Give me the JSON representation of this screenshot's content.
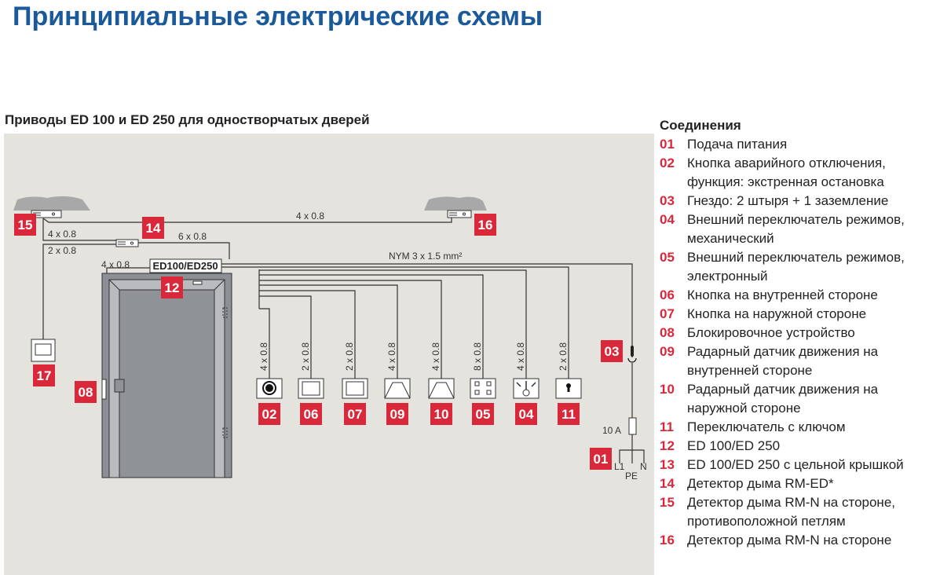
{
  "title": "Принципиальные электрические схемы",
  "subtitle": "Приводы ED 100 и ED 250 для одностворчатых дверей",
  "diagram": {
    "ed_box": "ED100/ED250",
    "wires": {
      "top": "4 x 0.8",
      "w15_14": "4 x 0.8",
      "w14_ed": "6 x 0.8",
      "w17": "2 x 0.8",
      "door": "4 x 0.8",
      "nym": "NYM 3 x 1.5 mm²"
    },
    "devices": [
      {
        "num": "02",
        "wire": "4 x 0.8",
        "icon": "emergency-stop"
      },
      {
        "num": "06",
        "wire": "2 x 0.8",
        "icon": "push-button"
      },
      {
        "num": "07",
        "wire": "2 x 0.8",
        "icon": "push-button"
      },
      {
        "num": "09",
        "wire": "4 x 0.8",
        "icon": "radar"
      },
      {
        "num": "10",
        "wire": "4 x 0.8",
        "icon": "radar"
      },
      {
        "num": "05",
        "wire": "8 x 0.8",
        "icon": "program-switch"
      },
      {
        "num": "04",
        "wire": "4 x 0.8",
        "icon": "mechanical-switch"
      },
      {
        "num": "11",
        "wire": "2 x 0.8",
        "icon": "key-switch"
      }
    ],
    "badges": {
      "b15": "15",
      "b14": "14",
      "b16": "16",
      "b17": "17",
      "b12": "12",
      "b08": "08",
      "b03": "03",
      "b01": "01"
    },
    "fuse": "10 A",
    "l1": "L1",
    "pe": "PE",
    "n": "N",
    "colors": {
      "badge": "#d8283a",
      "title": "#1b5a9a",
      "panel": "#e4e3dd"
    }
  },
  "legend": {
    "heading": "Соединения",
    "items": [
      {
        "num": "01",
        "text": "Подача питания"
      },
      {
        "num": "02",
        "text": "Кнопка аварийного отключения, функция: экстренная остановка"
      },
      {
        "num": "03",
        "text": "Гнездо: 2 штыря + 1 заземление"
      },
      {
        "num": "04",
        "text": "Внешний переключатель режимов, механический"
      },
      {
        "num": "05",
        "text": "Внешний переключатель режимов, электронный"
      },
      {
        "num": "06",
        "text": "Кнопка на внутренней стороне"
      },
      {
        "num": "07",
        "text": "Кнопка на наружной стороне"
      },
      {
        "num": "08",
        "text": "Блокировочное устройство"
      },
      {
        "num": "09",
        "text": "Радарный датчик движения на внутренней стороне"
      },
      {
        "num": "10",
        "text": "Радарный датчик движения на наружной стороне"
      },
      {
        "num": "11",
        "text": "Переключатель с ключом"
      },
      {
        "num": "12",
        "text": "ED 100/ED 250"
      },
      {
        "num": "13",
        "text": "ED 100/ED 250 с цельной крышкой"
      },
      {
        "num": "14",
        "text": "Детектор дыма RM-ED*"
      },
      {
        "num": "15",
        "text": "Детектор дыма RM-N на стороне, противоположной петлям"
      },
      {
        "num": "16",
        "text": "Детектор дыма RM-N на стороне"
      }
    ]
  }
}
